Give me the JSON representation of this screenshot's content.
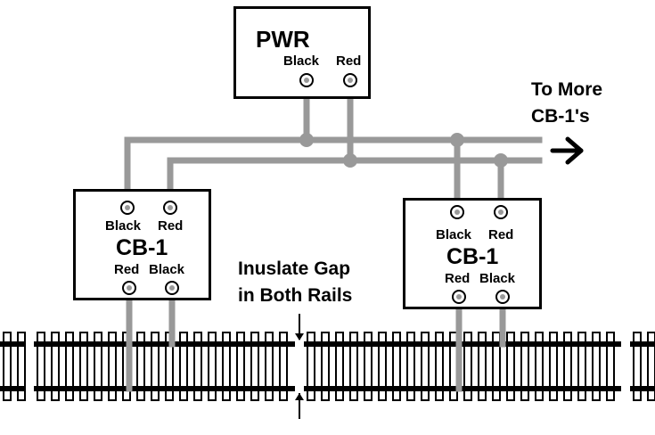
{
  "colors": {
    "wire": "#999999",
    "line": "#000000",
    "background": "#ffffff"
  },
  "pwr": {
    "title": "PWR",
    "terminal_left": "Black",
    "terminal_right": "Red"
  },
  "cb_left": {
    "title": "CB-1",
    "top_left": "Black",
    "top_right": "Red",
    "bottom_left": "Red",
    "bottom_right": "Black"
  },
  "cb_right": {
    "title": "CB-1",
    "top_left": "Black",
    "top_right": "Red",
    "bottom_left": "Red",
    "bottom_right": "Black"
  },
  "more": {
    "line1": "To More",
    "line2": "CB-1's",
    "arrow_icon": "right-arrow-icon"
  },
  "gap_note": {
    "line1": "Inuslate Gap",
    "line2": "in Both Rails"
  }
}
